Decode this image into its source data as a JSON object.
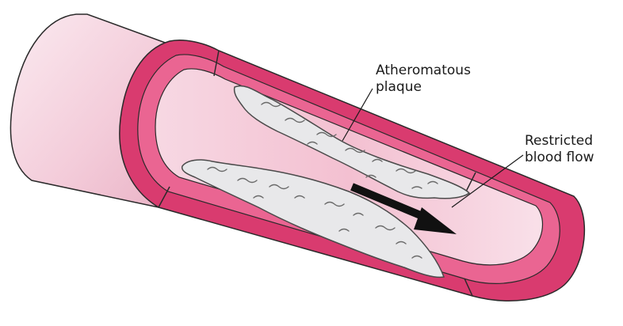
{
  "labels": {
    "plaque": {
      "line1": "Atheromatous",
      "line2": "plaque"
    },
    "flow": {
      "line1": "Restricted",
      "line2": "blood flow"
    }
  },
  "colors": {
    "outer_vessel": "#f4d3de",
    "wall_dark": "#d8346a",
    "wall_mid": "#e85a88",
    "lumen_light": "#f6d6e1",
    "lumen_pink": "#efaac1",
    "plaque_fill": "#e9e9eb",
    "plaque_stroke": "#5a5a5a",
    "arrow": "#111111"
  }
}
